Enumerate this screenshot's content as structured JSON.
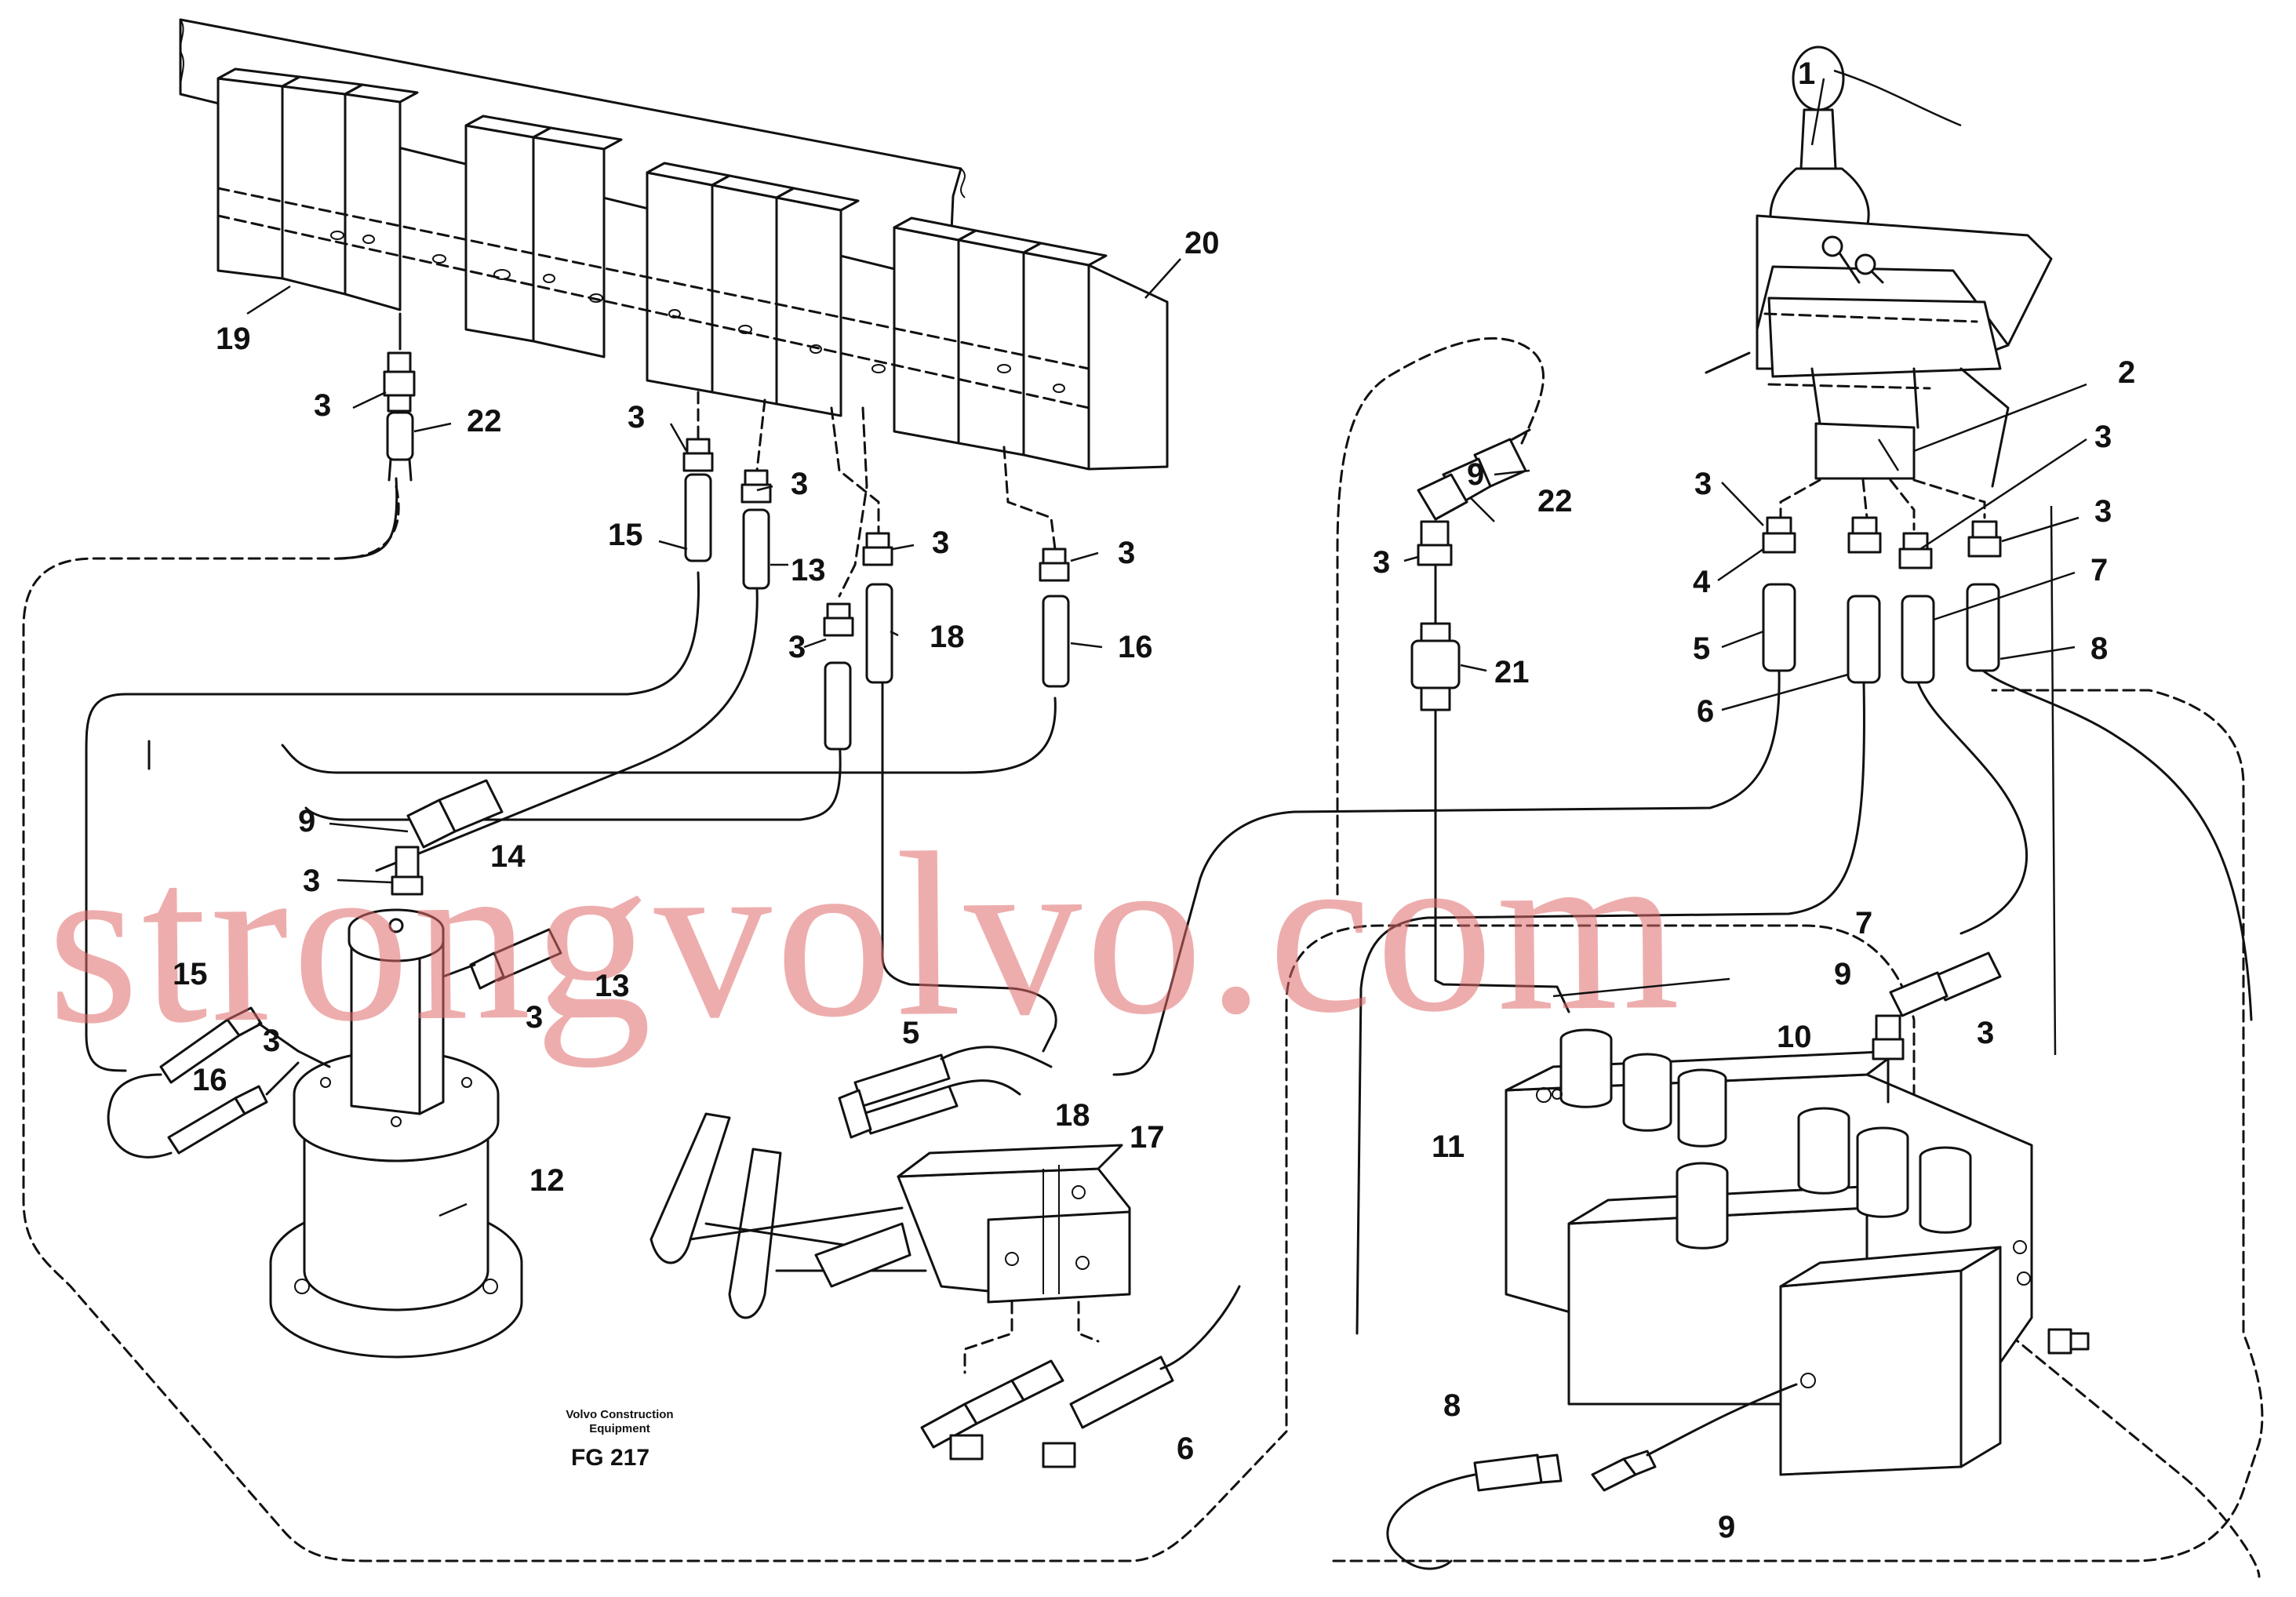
{
  "watermark": "strongvolvo.com",
  "drawing_id": "FG 217",
  "publisher_line1": "Volvo Construction",
  "publisher_line2": "Equipment",
  "callouts": [
    {
      "n": "1"
    },
    {
      "n": "2"
    },
    {
      "n": "3"
    },
    {
      "n": "3"
    },
    {
      "n": "3"
    },
    {
      "n": "3"
    },
    {
      "n": "3"
    },
    {
      "n": "3"
    },
    {
      "n": "3"
    },
    {
      "n": "3"
    },
    {
      "n": "3"
    },
    {
      "n": "3"
    },
    {
      "n": "3"
    },
    {
      "n": "3"
    },
    {
      "n": "3"
    },
    {
      "n": "3"
    },
    {
      "n": "4"
    },
    {
      "n": "5"
    },
    {
      "n": "5"
    },
    {
      "n": "6"
    },
    {
      "n": "6"
    },
    {
      "n": "7"
    },
    {
      "n": "7"
    },
    {
      "n": "8"
    },
    {
      "n": "8"
    },
    {
      "n": "9"
    },
    {
      "n": "9"
    },
    {
      "n": "9"
    },
    {
      "n": "9"
    },
    {
      "n": "10"
    },
    {
      "n": "11"
    },
    {
      "n": "12"
    },
    {
      "n": "13"
    },
    {
      "n": "13"
    },
    {
      "n": "14"
    },
    {
      "n": "15"
    },
    {
      "n": "15"
    },
    {
      "n": "16"
    },
    {
      "n": "16"
    },
    {
      "n": "17"
    },
    {
      "n": "18"
    },
    {
      "n": "18"
    },
    {
      "n": "19"
    },
    {
      "n": "20"
    },
    {
      "n": "21"
    },
    {
      "n": "22"
    },
    {
      "n": "22"
    }
  ]
}
